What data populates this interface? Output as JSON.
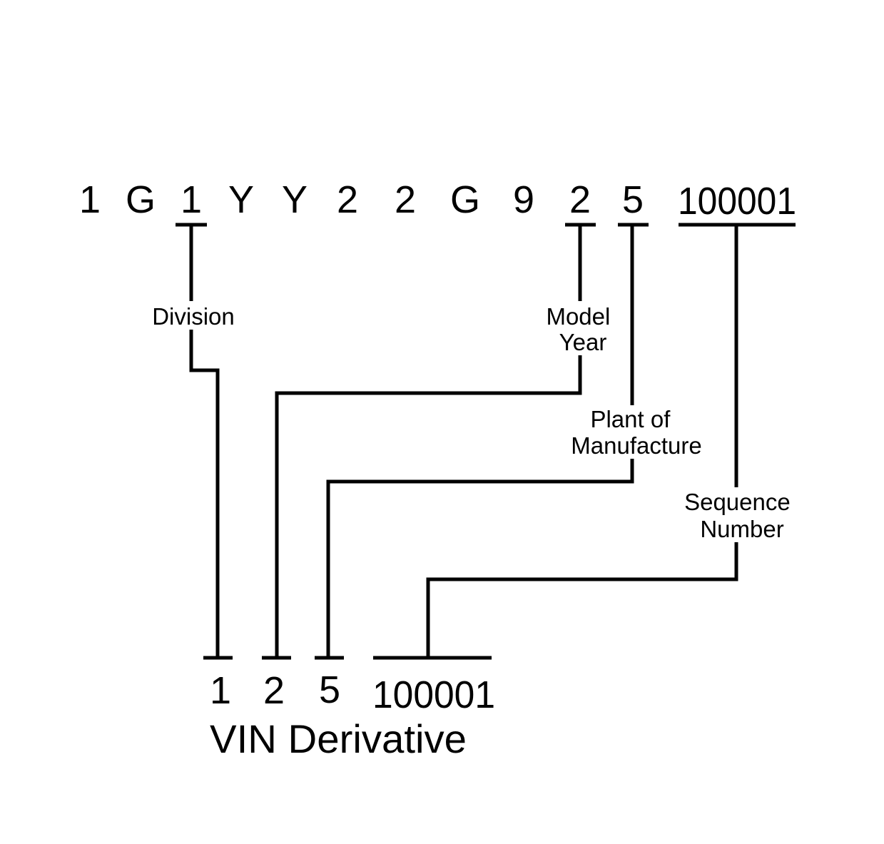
{
  "vin": {
    "chars": [
      "1",
      "G",
      "1",
      "Y",
      "Y",
      "2",
      "2",
      "G",
      "9",
      "2",
      "5"
    ],
    "sequence": "100001"
  },
  "labels": {
    "division": "Division",
    "model_year": [
      "Model",
      "Year"
    ],
    "plant": [
      "Plant of",
      "Manufacture"
    ],
    "sequence": [
      "Sequence",
      "Number"
    ]
  },
  "derivative": {
    "chars": [
      "1",
      "2",
      "5"
    ],
    "sequence": "100001",
    "title": "VIN Derivative"
  }
}
